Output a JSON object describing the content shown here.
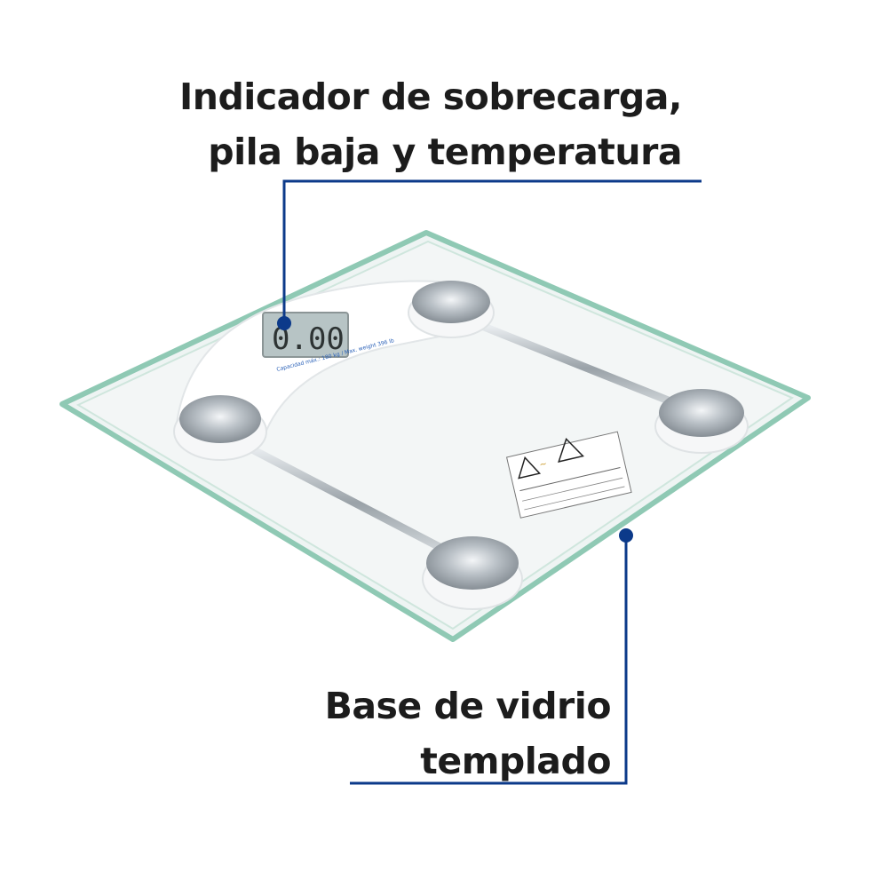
{
  "callouts": {
    "indicator": {
      "line1": "Indicador de sobrecarga,",
      "line2": "pila baja y temperatura"
    },
    "base": {
      "line1": "Base de vidrio",
      "line2": "templado"
    }
  },
  "scale_display": {
    "digits": "0.00",
    "capacity_text": "Capacidad máx.: 180 kg / Max. weight 396 lb"
  },
  "colors": {
    "callout_line": "#0c3a8a",
    "glass_edge": "#8fc9b4",
    "glass_fill": "#eef4f3"
  }
}
